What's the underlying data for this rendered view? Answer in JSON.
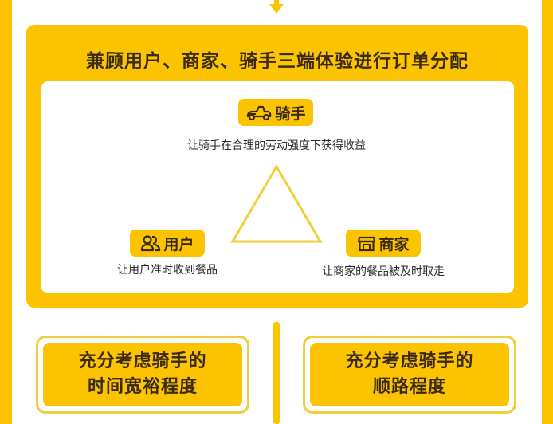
{
  "colors": {
    "accent_yellow": "#fcc300",
    "outline_yellow": "#f0cf3c",
    "text_dark": "#3a2a12",
    "background": "#ffffff"
  },
  "main": {
    "title": "兼顾用户、商家、骑手三端体验进行订单分配",
    "parties": {
      "rider": {
        "icon": "scooter-icon",
        "label": "骑手",
        "description": "让骑手在合理的劳动强度下获得收益"
      },
      "user": {
        "icon": "users-icon",
        "label": "用户",
        "description": "让用户准时收到餐品"
      },
      "merchant": {
        "icon": "storefront-icon",
        "label": "商家",
        "description": "让商家的餐品被及时取走"
      }
    }
  },
  "factors": [
    {
      "line1": "充分考虑骑手的",
      "line2": "时间宽裕程度"
    },
    {
      "line1": "充分考虑骑手的",
      "line2": "顺路程度"
    }
  ]
}
